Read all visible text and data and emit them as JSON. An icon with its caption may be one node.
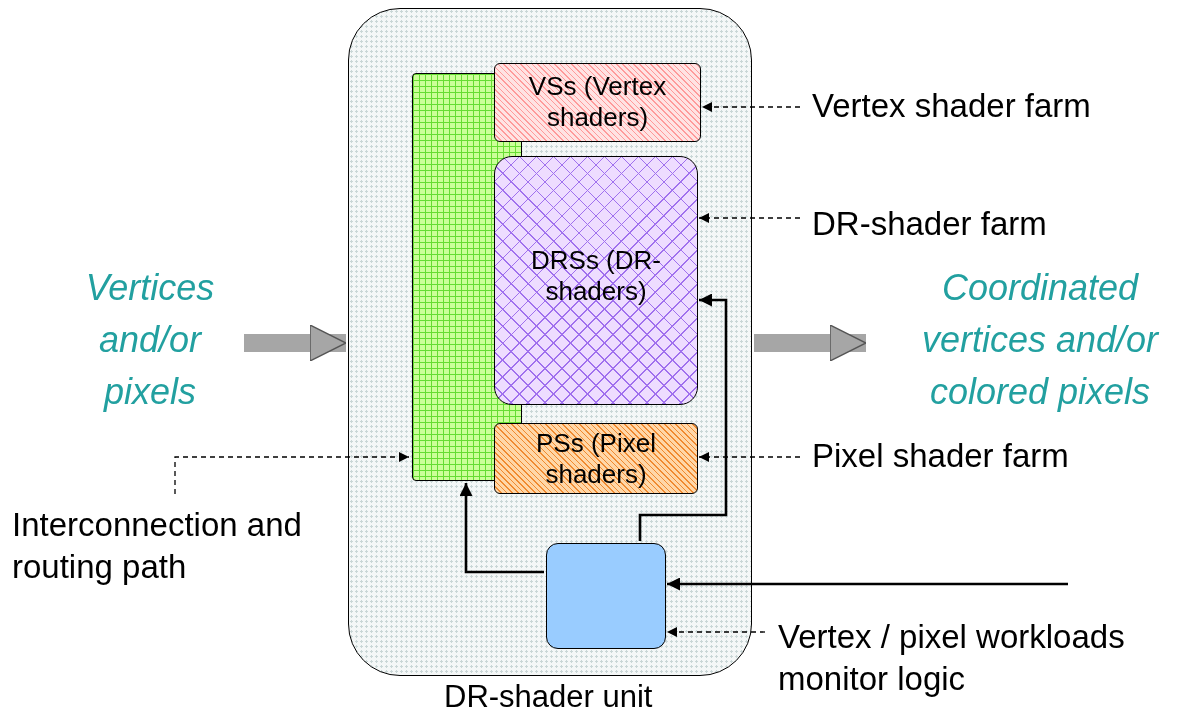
{
  "diagram": {
    "nodes": [
      {
        "text": [
          "DR-shader unit"
        ]
      },
      {
        "text": [],
        "shape": "bar",
        "in": 0
      },
      {
        "text": [
          "VSs (Vertex shaders)"
        ],
        "in": 0
      },
      {
        "text": [
          "DRSs (DR-shaders)"
        ],
        "in": 0
      },
      {
        "text": [
          "PSs (Pixel shaders)"
        ],
        "in": 0
      },
      {
        "text": [],
        "shape": "box",
        "in": 0
      },
      {
        "text": [
          "Vertex shader farm"
        ]
      },
      {
        "text": [
          "DR-shader farm"
        ]
      },
      {
        "text": [
          "Pixel shader farm"
        ]
      },
      {
        "text": [
          "Interconnection and routing path"
        ]
      },
      {
        "text": [
          "Vertex / pixel workloads monitor logic"
        ]
      },
      {
        "text": [
          "Vertices and/or pixels"
        ]
      },
      {
        "text": [
          "Coordinated vertices and/or colored pixels"
        ]
      }
    ],
    "edges": [
      {
        "from": 6,
        "to": 2,
        "arrow": "to",
        "style": "dashed"
      },
      {
        "from": 7,
        "to": 3,
        "arrow": "to",
        "style": "dashed"
      },
      {
        "from": 8,
        "to": 4,
        "arrow": "to",
        "style": "dashed"
      },
      {
        "from": 9,
        "to": 1,
        "arrow": "to",
        "style": "dashed"
      },
      {
        "from": 10,
        "to": 5,
        "arrow": "to",
        "style": "dashed"
      },
      {
        "from": 5,
        "to": 3,
        "arrow": "to"
      },
      {
        "from": 5,
        "to": 1,
        "arrow": "to"
      },
      {
        "from": null,
        "to": 5,
        "arrow": "to"
      },
      {
        "from": 11,
        "to": 0,
        "arrow": "to",
        "style": "thick",
        "color": "#a6a6a6"
      },
      {
        "from": 0,
        "to": 12,
        "arrow": "to",
        "style": "thick",
        "color": "#a6a6a6"
      }
    ]
  }
}
